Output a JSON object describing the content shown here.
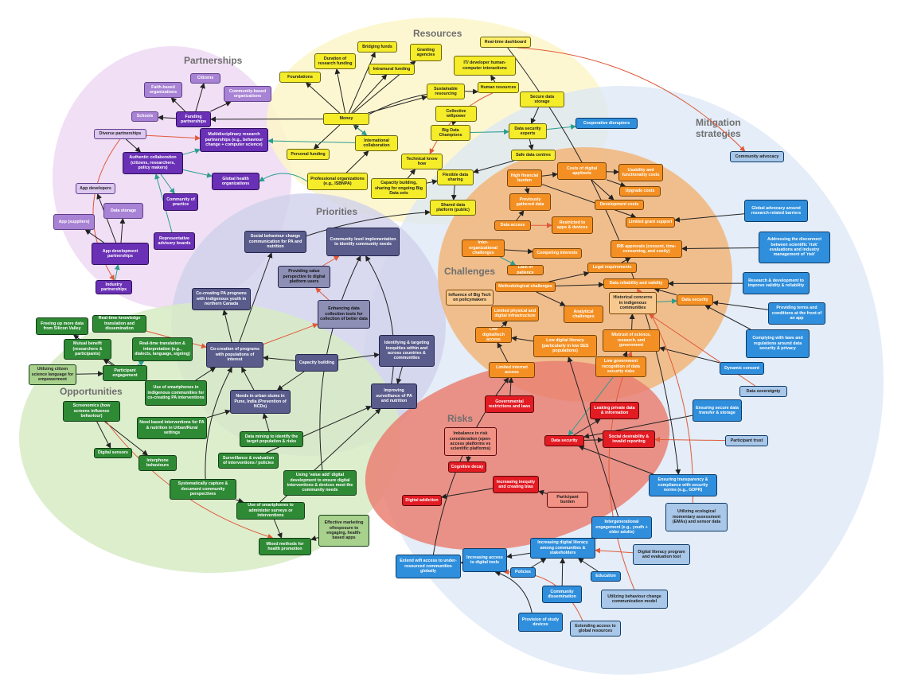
{
  "colors": {
    "region_partnerships": "#eed9f3",
    "region_resources": "#fdf6c9",
    "region_priorities": "#cfd1eb",
    "region_mitigation": "#dbe7f5",
    "region_challenges": "#f2b272",
    "region_risks": "#ea8073",
    "region_opportunities": "#d7ebc4",
    "arrow_dark": "#222222",
    "arrow_red": "#e05a3a",
    "arrow_teal": "#2a9d8f"
  },
  "regions": {
    "partnerships": "Partnerships",
    "resources": "Resources",
    "priorities": "Priorities",
    "mitigation": "Mitigation strategies",
    "challenges": "Challenges",
    "risks": "Risks",
    "opportunities": "Opportunities"
  },
  "nodes": {
    "resources": {
      "bridging_funds": "Bridging funds",
      "granting_agencies": "Granting agencies",
      "duration_research_funding": "Duration of research funding",
      "intramural_funding": "Intramural funding",
      "foundations": "Foundations",
      "it_developer": "IT/ developer human-computer interactions",
      "sustainable_resourcing": "Sustainable resourcing",
      "human_resources": "Human resources",
      "money": "Money",
      "collective_willpower": "Collective willpower",
      "secure_data_storage": "Secure data storage",
      "international_collaboration": "International collaboration",
      "big_data_champions": "Big Data Champions",
      "data_security_experts": "Data security experts",
      "personal_funding": "Personal funding",
      "technical_know_how": "Technical know how",
      "safe_data_centres": "Safe data centres",
      "professional_organizations": "Professional organizations (e.g., ISBNPA)",
      "capacity_building_sharing": "Capacity building, sharing for ongoing Big Data sets",
      "flexible_data_sharing": "Flexible data sharing",
      "shared_data_platform": "Shared data platform (public)",
      "real_time_dashboard": "Real-time dashboard"
    },
    "partnerships": {
      "faith_based": "Faith-based organizations",
      "citizens": "Citizens",
      "community_based": "Community-based organizations",
      "schools": "Schools",
      "funding_partnerships": "Funding partnerships",
      "diverse_partnerships": "Diverse partnerships",
      "multidisciplinary": "Multidisciplinary research partnerships (e.g., behaviour change + computer science)",
      "authentic_collaboration": "Authentic collaboration (citizens, researchers, policy makers)",
      "global_health_orgs": "Global health organizations",
      "community_of_practice": "Community of practice",
      "app_developers": "App developers",
      "data_storage": "Data storage",
      "app_suppliers": "App (suppliers)",
      "app_dev_partnerships": "App development partnerships",
      "representative_boards": "Representative advisory boards",
      "industry_partnerships": "Industry partnerships"
    },
    "priorities": {
      "social_behaviour_comm": "Social behaviour change communication for PA and nutrition",
      "community_level": "Community level implementation to identify community needs",
      "providing_value": "Providing value perspective to digital platform users",
      "cocreating_indigenous": "Co-creating PA programs with indigenous youth in northern Canada",
      "enhancing_collection": "Enhancing data collection tools for collection of better data",
      "cocreation_programs": "Co-creation of programs with populations of interest",
      "capacity_building": "Capacity building",
      "identifying_targeting": "Identifying & targeting inequities within and across countries & communities",
      "needs_urban_slums": "Needs in urban slums in Pune, India (Prevention of NCDs)",
      "improving_surveillance": "Improving surveillance of PA and nutrition"
    },
    "mitigation": {
      "cooperative_disruptors": "Cooperative disruptors",
      "community_advocacy": "Community advocacy",
      "global_advocacy": "Global advocacy around research-related barriers",
      "addressing_disconnect": "Addressing the disconnect between scientific 'risk' evaluations and industry management of 'risk'",
      "research_development": "Research & development to improve validity & reliability",
      "providing_terms": "Providing terms and conditions at the front of an app",
      "complying_laws": "Complying with laws and regulations around data security & privacy",
      "dynamic_consent": "Dynamic consent",
      "data_sovereignty": "Data sovereignty",
      "ensuring_secure_transfer": "Ensuring secure data transfer & storage",
      "participant_trust": "Participant trust",
      "ensuring_transparency": "Ensuring transparency & compliance with security norms (e.g., GDPR)",
      "ecological_momentary": "Utilizing ecological momentary assessment (EMAs) and sensor data",
      "intergenerational": "Intergenerational engagement (e.g., youth + older adults)",
      "increasing_digital_literacy": "Increasing digital literacy among communities & stakeholders",
      "digital_literacy_program": "Digital literacy program and evaluation tool",
      "extend_internet": "Extend wifi access to under-resourced communities globally",
      "increasing_access": "Increasing access to digital tools",
      "policies": "Policies",
      "education": "Education",
      "community_dissemination": "Community dissemination",
      "behaviour_change_model": "Utilizing behaviour change communication model",
      "provision_devices": "Provision of study devices",
      "extending_global": "Extending access to global resources"
    },
    "challenges": {
      "high_financial": "High financial burden",
      "costs_digital": "Costs of digital app/tools",
      "usability_functionality": "Usability and functionality costs",
      "upgrade_costs": "Upgrade costs",
      "previously_gathered": "Previously gathered data",
      "development_costs": "Development costs",
      "data_access": "Data access",
      "restricted_apps": "Restricted to apps & devices",
      "limited_grant": "Limited grant support",
      "inter_organizational": "Inter-organizational challenges",
      "computing_interests": "Competing interests",
      "irb_approvals": "IRB approvals (consent, time-consuming, and costly)",
      "lack_patience": "Lack of patience",
      "legal_requirements": "Legal requirements",
      "methodological": "Methodological challenges",
      "data_reliability": "Data reliability and validity",
      "influence_big_tech": "Influence of Big Tech on policymakers",
      "limited_physical": "Limited physical and digital infrastructure",
      "analytical": "Analytical challenges",
      "historical_concerns": "Historical concerns in indigenous communities",
      "data_security_ch": "Data security",
      "low_digital_tech": "Low digital/tech access",
      "low_digital_literacy": "Low digital literacy (particularly in low SES populations)",
      "mistrust": "Mistrust of science, research, and government",
      "limited_internet": "Limited internet access",
      "low_recognition": "Low government recognition of data security risks"
    },
    "risks": {
      "governmental_restrictions": "Governmental restrictions and laws",
      "leaking_private": "Leaking private data & information",
      "imbalance_risk": "Imbalance in risk consideration (open-access platforms vs scientific platforms)",
      "data_security_risk": "Data security",
      "social_desirability": "Social desirability & invalid reporting",
      "cognitive_decay": "Cognitive decay",
      "increasing_inequity": "Increasing inequity and creating bias",
      "participant_burden": "Participant burden",
      "digital_addiction": "Digital addiction"
    },
    "opportunities": {
      "freeing_up_data": "Freeing up more data from Silicon Valley",
      "real_time_knowledge": "Real-time knowledge translation and dissemination",
      "mutual_benefit": "Mutual benefit (researchers & participants)",
      "real_time_translation": "Real-time translation & interpretation (e.g., dialects, language, signing)",
      "citizen_science": "Utilizing citizen science language for empowerment",
      "participant_engagement": "Participant engagement",
      "smartphones_indigenous": "Use of smartphones in indigenous communities for co-creating PA interventions",
      "screenomics": "Screenomics (how screens influence behaviour)",
      "need_based": "Need based interventions for PA & nutrition in Urban/Rural settings",
      "data_mining": "Data mining to identify the target population & risks",
      "digital_sensors": "Digital sensors",
      "interphone": "Interphone behaviours",
      "surveillance_evaluation": "Surveillance & evaluation of interventions / policies",
      "systematically_capture": "Systematically capture & document community perspectives",
      "value_add": "Using 'value add' digital development to ensure digital interventions & devices meet the community needs",
      "smartphones_surveys": "Use of smartphones to administer surveys or interventions",
      "effective_marketing": "Effective marketing of/exposure to engaging, health-based apps",
      "mixed_methods": "Mixed methods for health promotion"
    }
  }
}
